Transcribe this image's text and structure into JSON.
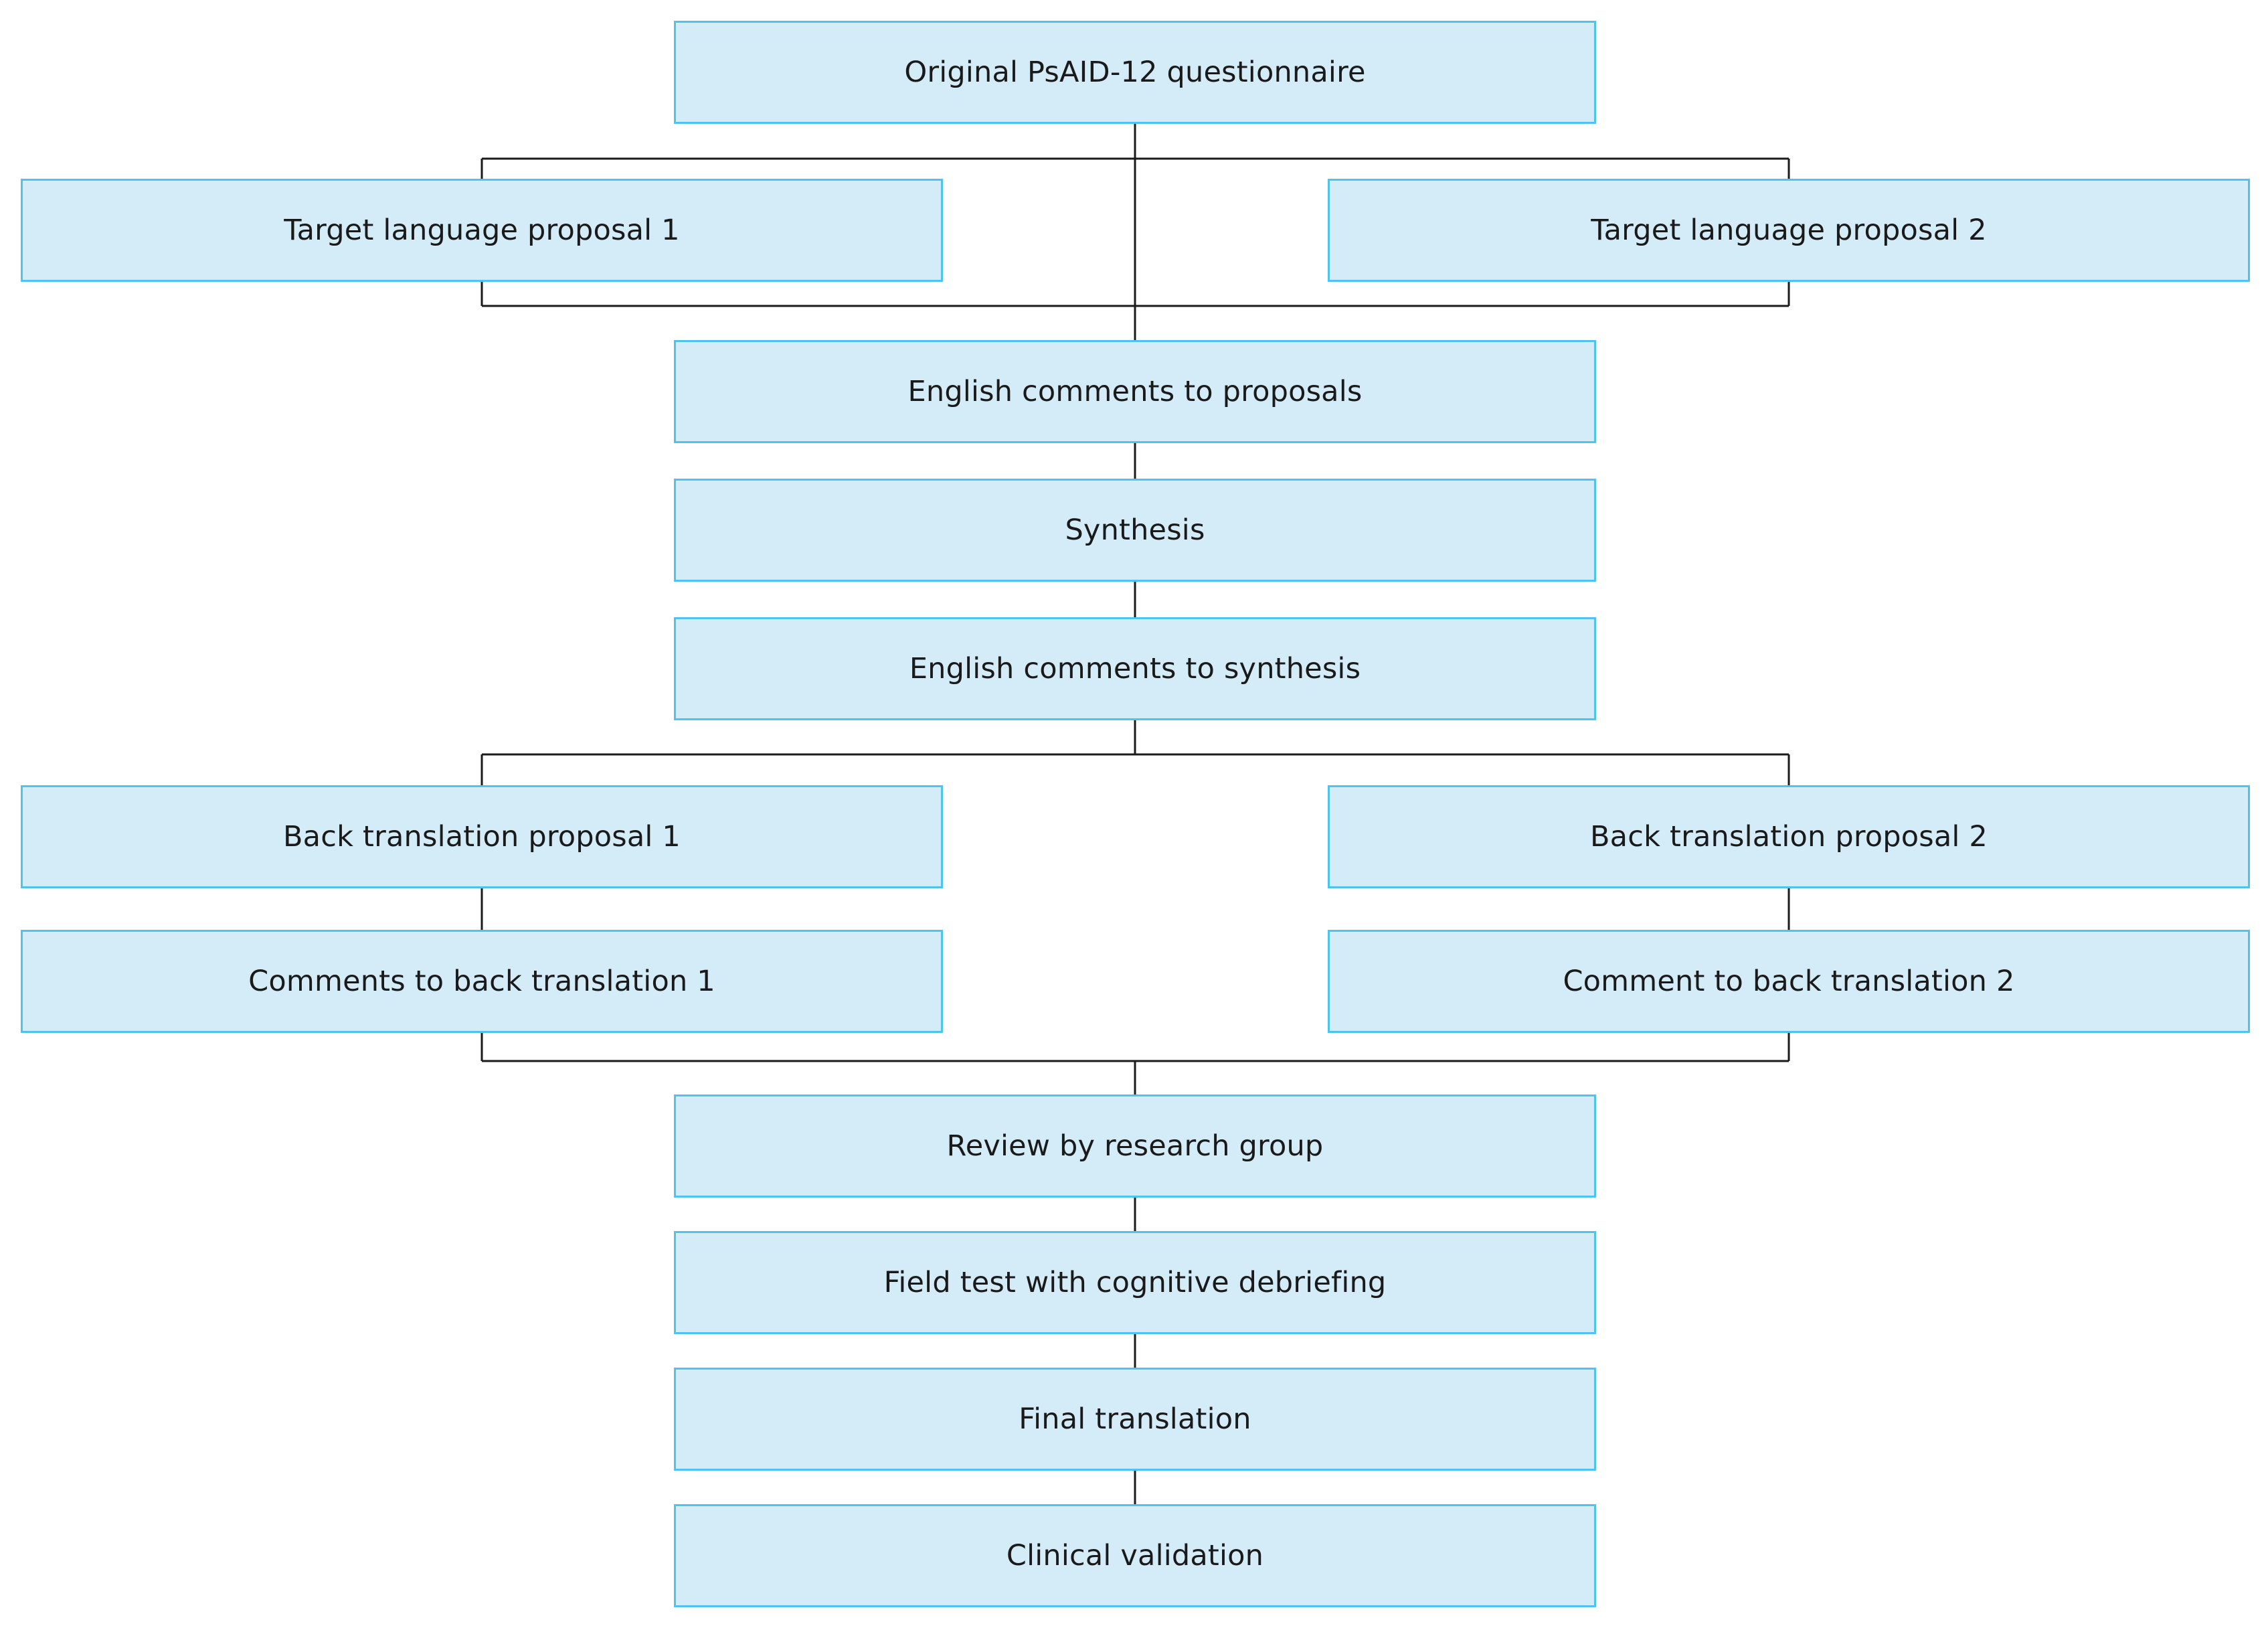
{
  "diagram": {
    "type": "flowchart",
    "colors": {
      "box_fill": "#d4ebf8",
      "box_border": "#4fc3ea",
      "connector": "#1a1a1a",
      "text": "#1a1a1a"
    },
    "nodes": {
      "original": "Original PsAID-12 questionnaire",
      "target_proposal_1": "Target language proposal 1",
      "target_proposal_2": "Target language proposal 2",
      "english_comments_proposals": "English comments to proposals",
      "synthesis": "Synthesis",
      "english_comments_synthesis": "English comments to synthesis",
      "back_translation_1": "Back translation proposal 1",
      "back_translation_2": "Back translation proposal 2",
      "comments_back_translation_1": "Comments to back translation 1",
      "comment_back_translation_2": "Comment to back translation 2",
      "review": "Review by research group",
      "field_test": "Field test with cognitive debriefing",
      "final_translation": "Final translation",
      "clinical_validation": "Clinical validation"
    }
  }
}
